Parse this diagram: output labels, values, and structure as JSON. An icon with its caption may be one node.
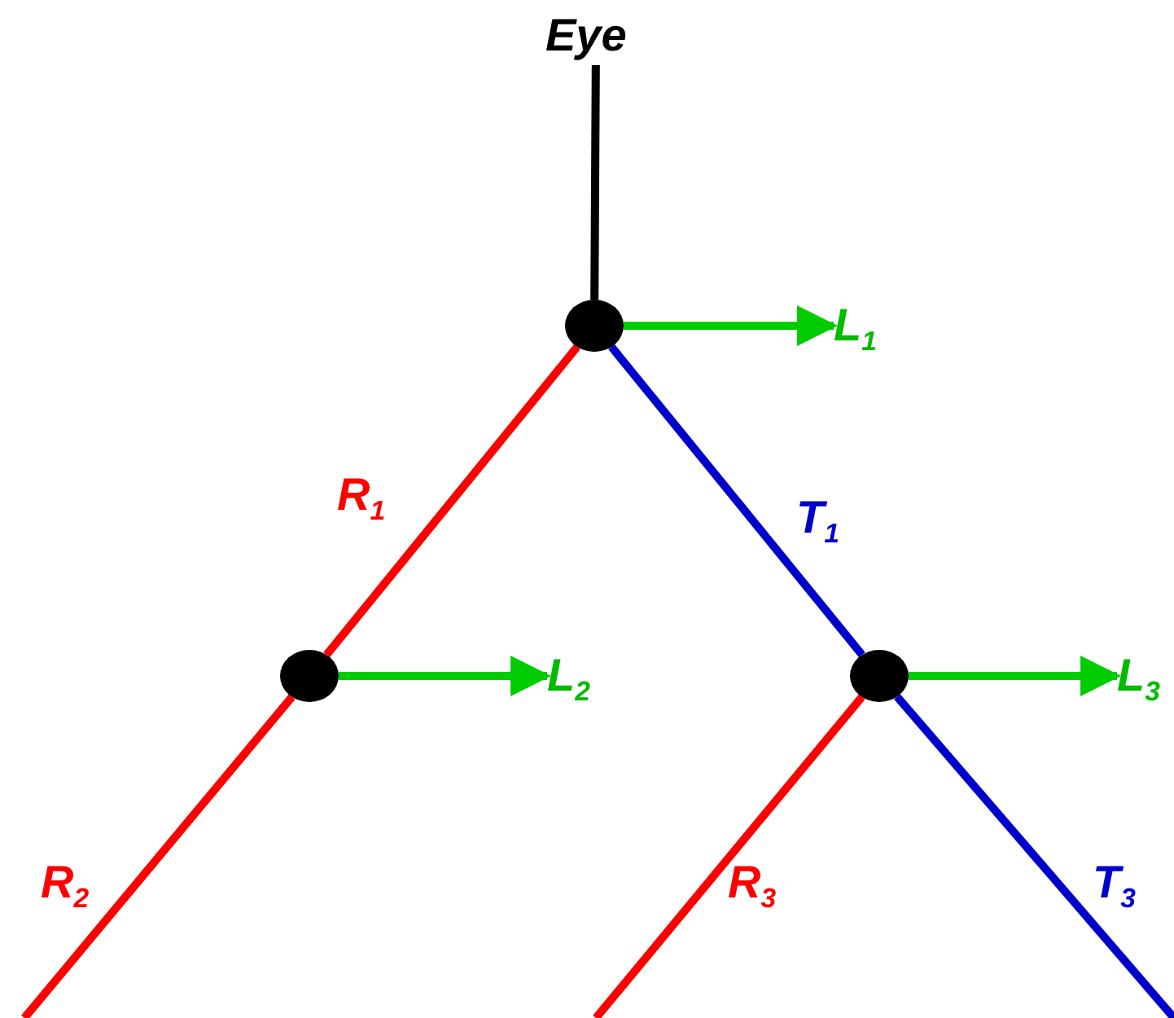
{
  "diagram": {
    "nodes": [
      {
        "text": [
          "Eye"
        ]
      },
      {
        "text": [],
        "shape": "circle"
      },
      {
        "text": [],
        "shape": "circle"
      },
      {
        "text": [],
        "shape": "circle"
      },
      {
        "text": [
          "L$_{1}$"
        ]
      },
      {
        "text": [
          "L$_{2}$"
        ]
      },
      {
        "text": [
          "L$_{3}$"
        ]
      }
    ],
    "edges": [
      {
        "from": 0,
        "to": 1,
        "arrow": "none",
        "color": "#000000"
      },
      {
        "from": 1,
        "to": 4,
        "arrow": "to",
        "color": "#00cc00"
      },
      {
        "from": 1,
        "to": 2,
        "arrow": "none",
        "label": "R$_{1}$",
        "color": "#ff0000"
      },
      {
        "from": 1,
        "to": 3,
        "arrow": "none",
        "label": "T$_{1}$",
        "color": "#0000cc"
      },
      {
        "from": 2,
        "to": 5,
        "arrow": "to",
        "color": "#00cc00"
      },
      {
        "from": 2,
        "to": null,
        "arrow": "none",
        "label": "R$_{2}$",
        "color": "#ff0000"
      },
      {
        "from": 3,
        "to": 6,
        "arrow": "to",
        "color": "#00cc00"
      },
      {
        "from": 3,
        "to": null,
        "arrow": "none",
        "label": "R$_{3}$",
        "color": "#ff0000"
      },
      {
        "from": 3,
        "to": null,
        "arrow": "none",
        "label": "T$_{3}$",
        "color": "#0000cc"
      }
    ]
  }
}
